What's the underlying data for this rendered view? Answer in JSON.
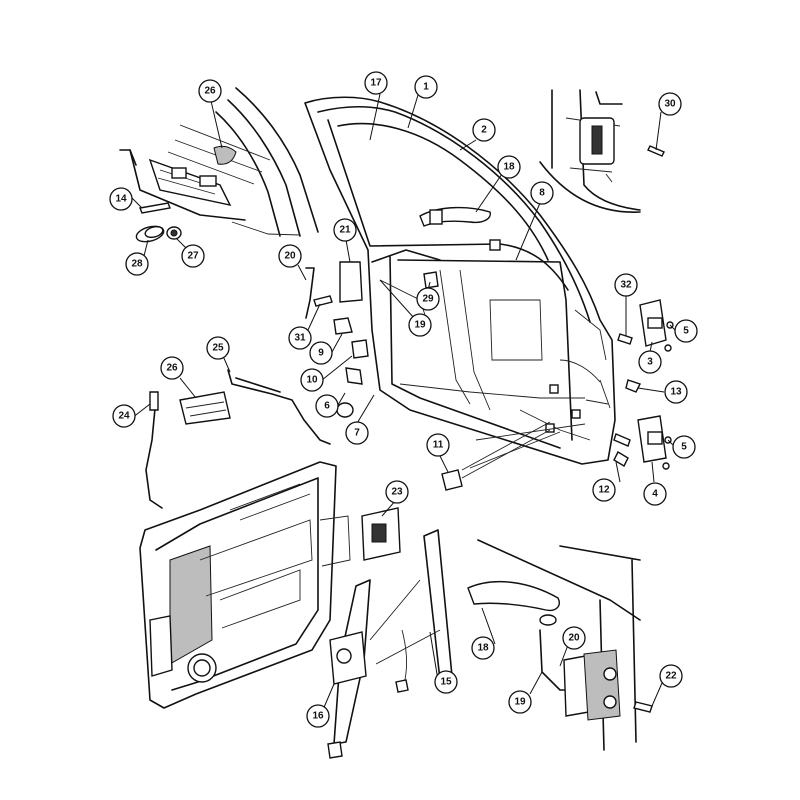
{
  "diagram": {
    "callouts": [
      {
        "id": "c1",
        "label": "1"
      },
      {
        "id": "c2",
        "label": "2"
      },
      {
        "id": "c3",
        "label": "3"
      },
      {
        "id": "c4",
        "label": "4"
      },
      {
        "id": "c5a",
        "label": "5"
      },
      {
        "id": "c5b",
        "label": "5"
      },
      {
        "id": "c6",
        "label": "6"
      },
      {
        "id": "c7",
        "label": "7"
      },
      {
        "id": "c8",
        "label": "8"
      },
      {
        "id": "c9",
        "label": "9"
      },
      {
        "id": "c10",
        "label": "10"
      },
      {
        "id": "c11",
        "label": "11"
      },
      {
        "id": "c12",
        "label": "12"
      },
      {
        "id": "c13",
        "label": "13"
      },
      {
        "id": "c14",
        "label": "14"
      },
      {
        "id": "c15",
        "label": "15"
      },
      {
        "id": "c16",
        "label": "16"
      },
      {
        "id": "c17",
        "label": "17"
      },
      {
        "id": "c18a",
        "label": "18"
      },
      {
        "id": "c18b",
        "label": "18"
      },
      {
        "id": "c19a",
        "label": "19"
      },
      {
        "id": "c19b",
        "label": "19"
      },
      {
        "id": "c20a",
        "label": "20"
      },
      {
        "id": "c20b",
        "label": "20"
      },
      {
        "id": "c21",
        "label": "21"
      },
      {
        "id": "c22",
        "label": "22"
      },
      {
        "id": "c23",
        "label": "23"
      },
      {
        "id": "c24",
        "label": "24"
      },
      {
        "id": "c25",
        "label": "25"
      },
      {
        "id": "c26a",
        "label": "26"
      },
      {
        "id": "c26b",
        "label": "26"
      },
      {
        "id": "c27",
        "label": "27"
      },
      {
        "id": "c28",
        "label": "28"
      },
      {
        "id": "c29",
        "label": "29"
      },
      {
        "id": "c30",
        "label": "30"
      },
      {
        "id": "c31",
        "label": "31"
      },
      {
        "id": "c32",
        "label": "32"
      }
    ]
  }
}
